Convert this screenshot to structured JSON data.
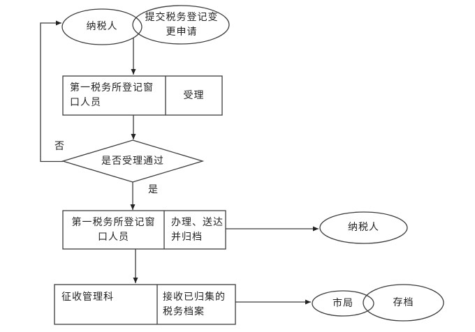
{
  "diagram": {
    "type": "flowchart",
    "background": "#ffffff",
    "stroke_color": "#3a3a3a",
    "text_color": "#1f1f1f",
    "nodes": {
      "start_taxpayer": {
        "shape": "ellipse",
        "label": "纳税人"
      },
      "submit_request": {
        "shape": "ellipse",
        "label": "提交税务登记变\n更申请"
      },
      "accept_step": {
        "shape": "split-rect",
        "actor": "第一税务所登记窗\n口人员",
        "action": "受理"
      },
      "decision": {
        "shape": "diamond",
        "label": "是否受理通过"
      },
      "process_step": {
        "shape": "split-rect",
        "actor": "第一税务所登记窗\n口人员",
        "action": "办理、送达\n并归档"
      },
      "end_taxpayer": {
        "shape": "ellipse",
        "label": "纳税人"
      },
      "archive_step": {
        "shape": "split-rect",
        "actor": "征收管理科",
        "action": "接收已归集的\n税务档案"
      },
      "city_bureau": {
        "shape": "ellipse",
        "label": "市局"
      },
      "archive": {
        "shape": "ellipse",
        "label": "存档"
      }
    },
    "branches": {
      "no_label": "否",
      "yes_label": "是"
    }
  }
}
